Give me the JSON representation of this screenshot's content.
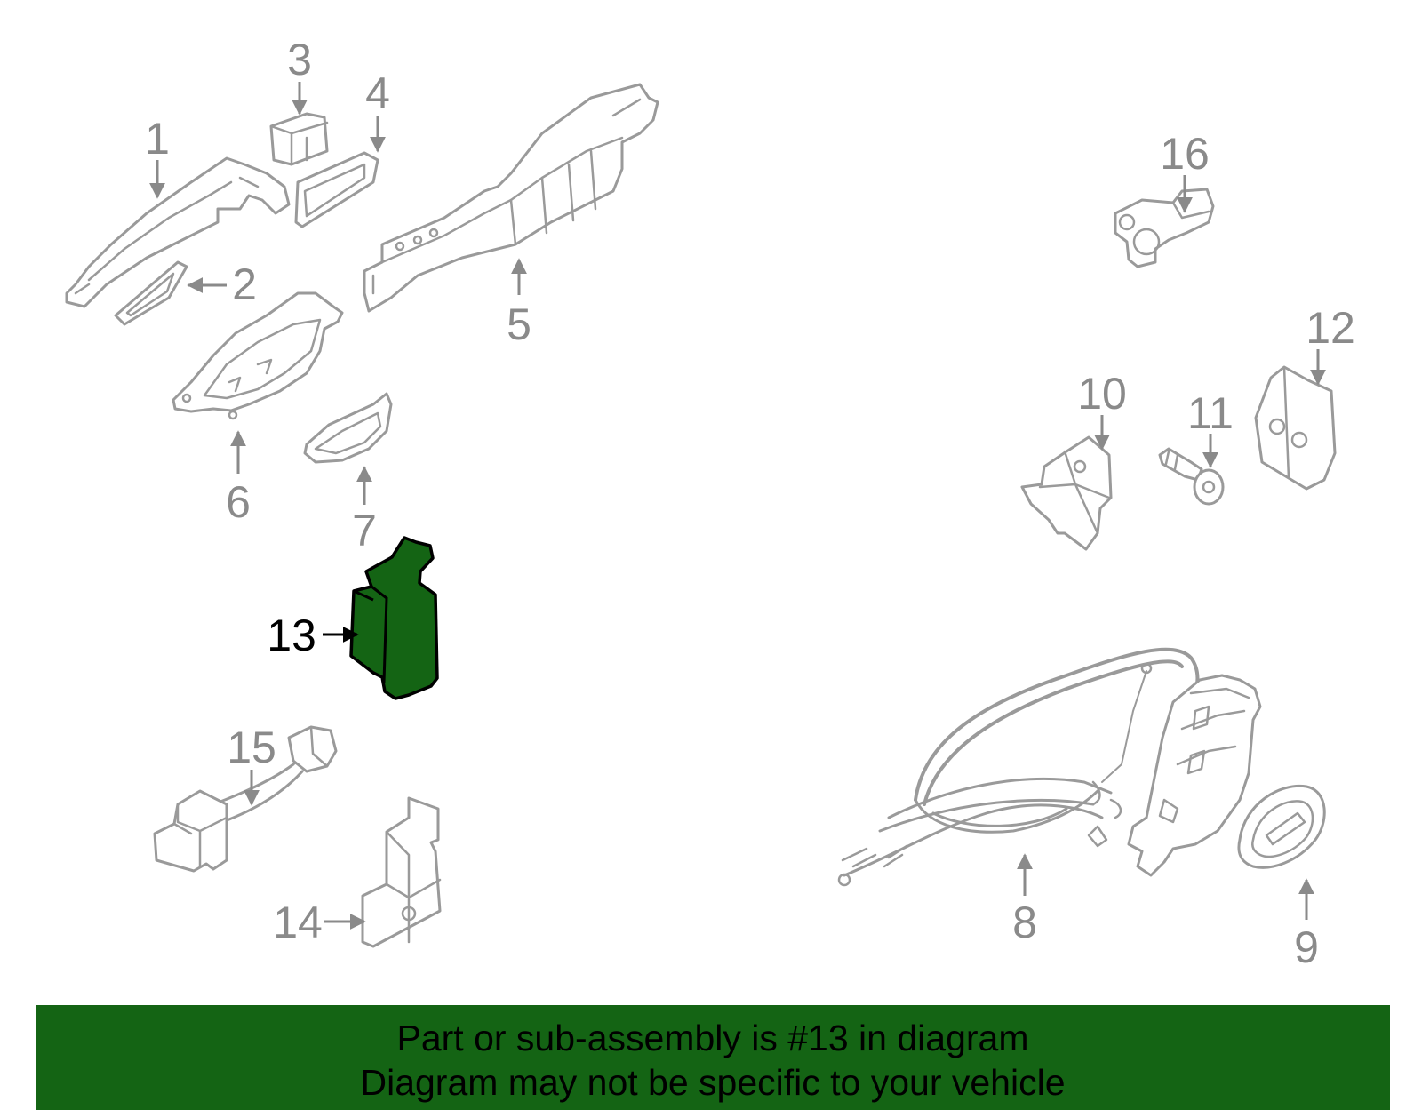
{
  "callouts": [
    "1",
    "2",
    "3",
    "4",
    "5",
    "6",
    "7",
    "8",
    "9",
    "10",
    "11",
    "12",
    "13",
    "14",
    "15",
    "16"
  ],
  "highlighted_part": "13",
  "highlight_color": "#146414",
  "banner": {
    "line1": "Part or sub-assembly is #13 in diagram",
    "line2": "Diagram may not be specific to your vehicle",
    "background": "#146414"
  }
}
